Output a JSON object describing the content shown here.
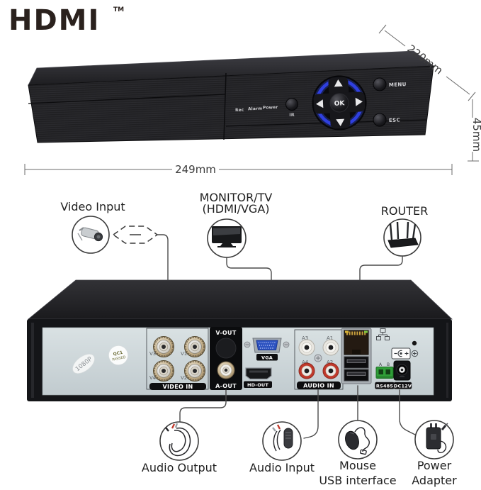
{
  "branding": {
    "logo": "HDMI",
    "tm": "TM"
  },
  "front_panel": {
    "led_labels": [
      "Rec",
      "Alarm",
      "Power"
    ],
    "ir": "IR",
    "ok": "OK",
    "menu": "MENU",
    "esc": "ESC"
  },
  "dimensions": {
    "depth": "220mm",
    "height": "45mm",
    "width": "249mm"
  },
  "top_callouts": {
    "video_input": "Video Input",
    "monitor_line1": "MONITOR/TV",
    "monitor_line2": "(HDMI/VGA)",
    "router": "ROUTER"
  },
  "rear_panel": {
    "sticker_resolution": "1080P",
    "qc_line1": "QC1",
    "qc_line2": "PASSED",
    "video_in_label": "VIDEO IN",
    "video_ports": [
      "V3",
      "V1",
      "V4",
      "V2"
    ],
    "vout_label": "V-OUT",
    "aout_label": "A-OUT",
    "vga_label": "VGA",
    "hdout_label": "HD-OUT",
    "audio_in_label": "AUDIO IN",
    "audio_ports": [
      "A3",
      "A1",
      "A4",
      "A2"
    ],
    "rs485_terminals": [
      "A",
      "B"
    ],
    "rs485_label": "RS485",
    "dc_label": "DC12V"
  },
  "bottom_callouts": {
    "audio_output": "Audio Output",
    "audio_input": "Audio Input",
    "mouse_line1": "Mouse",
    "mouse_line2": "USB interface",
    "power_line1": "Power",
    "power_line2": "Adapter"
  },
  "colors": {
    "device_black": "#1b1b1e",
    "rear_panel_gray": "#ccd5d8",
    "vga_blue": "#2d53c0",
    "dpad_ring_blue": "#2f3fe0",
    "rca_red": "#c0392b",
    "terminal_green": "#2f9e38",
    "led_yellow": "#d8b133",
    "led_green": "#7ec63f"
  }
}
